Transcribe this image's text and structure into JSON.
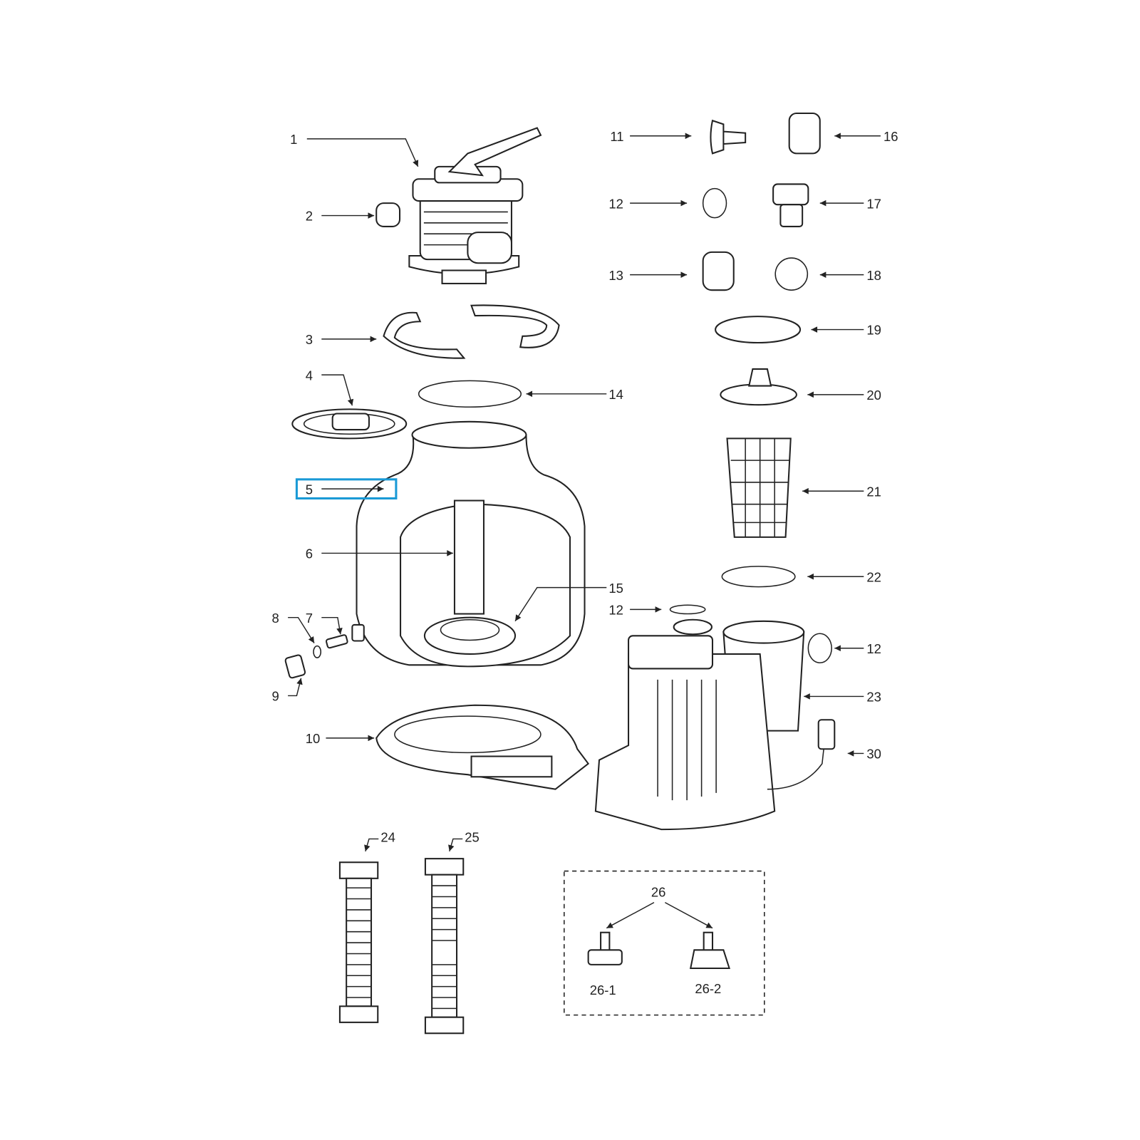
{
  "diagram": {
    "type": "exploded parts diagram",
    "highlight_color": "#1a9ad6",
    "highlighted_label": "5",
    "labels": {
      "p1": "1",
      "p2": "2",
      "p3": "3",
      "p4": "4",
      "p5": "5",
      "p6": "6",
      "p7": "7",
      "p8": "8",
      "p9": "9",
      "p10": "10",
      "p11": "11",
      "p12a": "12",
      "p13": "13",
      "p14": "14",
      "p15": "15",
      "p12b": "12",
      "p16": "16",
      "p17": "17",
      "p18": "18",
      "p19": "19",
      "p20": "20",
      "p21": "21",
      "p22": "22",
      "p12c": "12",
      "p23": "23",
      "p30": "30",
      "p24": "24",
      "p25": "25",
      "p26": "26",
      "p26_1": "26-1",
      "p26_2": "26-2"
    }
  }
}
